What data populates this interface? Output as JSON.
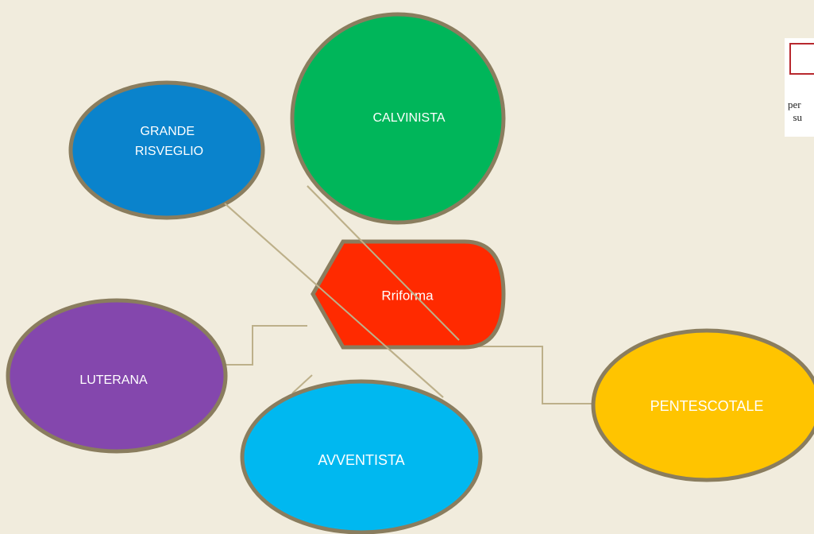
{
  "diagram": {
    "center": {
      "label": "Rriforma",
      "fill": "#ff2a00"
    },
    "nodes": [
      {
        "id": "grande-risveglio",
        "label_lines": [
          "GRANDE",
          "RISVEGLIO"
        ],
        "fill": "#0a83cc"
      },
      {
        "id": "calvinista",
        "label_lines": [
          "CALVINISTA"
        ],
        "fill": "#00b65a"
      },
      {
        "id": "luterana",
        "label_lines": [
          "LUTERANA"
        ],
        "fill": "#8447ad"
      },
      {
        "id": "avventista",
        "label_lines": [
          "AVVENTISTA"
        ],
        "fill": "#00b8f0"
      },
      {
        "id": "pentescotale",
        "label_lines": [
          "PENTESCOTALE"
        ],
        "fill": "#ffc400"
      }
    ],
    "outline_color": "#8a7d5e",
    "connector_color": "#bdb08a"
  },
  "watermark": {
    "text": "per\n  su",
    "box_color": "#b8282e"
  }
}
